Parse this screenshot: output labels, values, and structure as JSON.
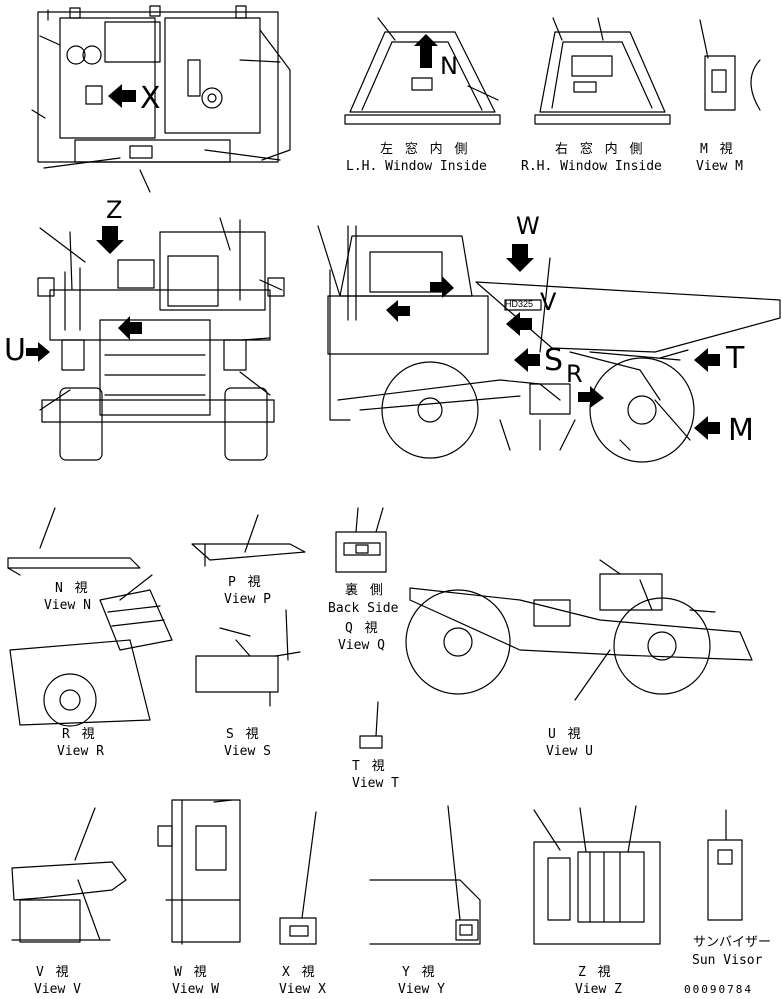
{
  "views": {
    "lh_window": {
      "jp": "左 窓 内 側",
      "en": "L.H. Window Inside"
    },
    "rh_window": {
      "jp": "右 窓 内 側",
      "en": "R.H. Window Inside"
    },
    "m": {
      "jp": "M 視",
      "en": "View M"
    },
    "n": {
      "jp": "N 視",
      "en": "View N"
    },
    "p": {
      "jp": "P 視",
      "en": "View P"
    },
    "back_side": {
      "jp": "裏 側",
      "en": "Back Side"
    },
    "q": {
      "jp": "Q 視",
      "en": "View Q"
    },
    "r": {
      "jp": "R 視",
      "en": "View R"
    },
    "s": {
      "jp": "S 視",
      "en": "View S"
    },
    "t": {
      "jp": "T 視",
      "en": "View T"
    },
    "u": {
      "jp": "U 視",
      "en": "View U"
    },
    "v": {
      "jp": "V 視",
      "en": "View V"
    },
    "w": {
      "jp": "W 視",
      "en": "View W"
    },
    "x": {
      "jp": "X 視",
      "en": "View X"
    },
    "y": {
      "jp": "Y 視",
      "en": "View Y"
    },
    "z": {
      "jp": "Z 視",
      "en": "View Z"
    },
    "sun_visor": {
      "jp": "サンバイザー",
      "en": "Sun Visor"
    }
  },
  "view_letters": {
    "x": "X",
    "z": "Z",
    "u_front": "U",
    "w": "W",
    "v": "V",
    "s": "S",
    "r": "R",
    "t": "T",
    "m": "M",
    "n": "N"
  },
  "model_plate": "HD325",
  "drawing_number": "00090784",
  "colors": {
    "line": "#000000",
    "background": "#ffffff"
  }
}
